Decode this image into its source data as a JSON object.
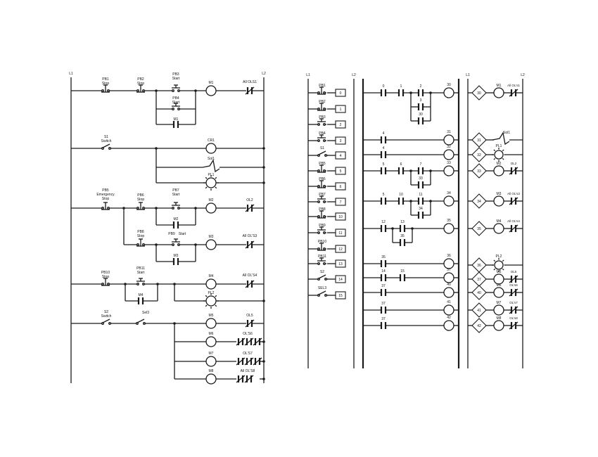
{
  "left_diagram": {
    "rails": [
      "L1",
      "L2"
    ],
    "rungs": [
      {
        "inputs": [
          {
            "name": "PB1",
            "desc": "Stop",
            "type": "NC"
          },
          {
            "name": "PB2",
            "desc": "Stop",
            "type": "NC"
          },
          {
            "name": "PB3",
            "desc": "Start",
            "type": "NO"
          }
        ],
        "branches": [
          {
            "name": "PB4",
            "desc": "Start",
            "type": "NO"
          },
          {
            "name": "M1",
            "desc": "",
            "type": "NO"
          }
        ],
        "output": {
          "name": "M1",
          "kind": "coil",
          "contact": "All OLS1"
        }
      },
      {
        "inputs": [
          {
            "name": "S1",
            "desc": "Switch",
            "type": "NO"
          }
        ],
        "outputs": [
          {
            "name": "CR1",
            "kind": "coil"
          },
          {
            "name": "Sol1",
            "kind": "solenoid"
          },
          {
            "name": "PL1",
            "kind": "lamp"
          }
        ]
      },
      {
        "inputs": [
          {
            "name": "PB5",
            "desc": "Emergency Stop",
            "type": "NC"
          },
          {
            "name": "PB6",
            "desc": "Stop",
            "type": "NC"
          },
          {
            "name": "PB7",
            "desc": "Start",
            "type": "NO"
          }
        ],
        "branches": [
          {
            "name": "M2",
            "desc": "",
            "type": "NO"
          }
        ],
        "output": {
          "name": "M2",
          "kind": "coil",
          "contact": "OL2"
        }
      },
      {
        "inputs": [
          {
            "name": "PB8",
            "desc": "Stop",
            "type": "NC"
          },
          {
            "name": "PB9",
            "desc": "Start",
            "type": "NO"
          }
        ],
        "branches": [
          {
            "name": "M3",
            "desc": "",
            "type": "NO"
          }
        ],
        "output": {
          "name": "M3",
          "kind": "coil",
          "contact": "All OL'S3"
        }
      },
      {
        "inputs": [
          {
            "name": "PB10",
            "desc": "Stop",
            "type": "NC"
          },
          {
            "name": "PB11",
            "desc": "Start",
            "type": "NO"
          }
        ],
        "branches": [
          {
            "name": "M4",
            "desc": "",
            "type": "NO"
          }
        ],
        "outputs": [
          {
            "name": "M4",
            "kind": "coil",
            "contact": "All OL'S4"
          },
          {
            "name": "PL2",
            "kind": "lamp"
          }
        ]
      },
      {
        "inputs": [
          {
            "name": "S2",
            "desc": "Switch",
            "type": "NO"
          },
          {
            "name": "Sel3",
            "desc": "",
            "type": "selector"
          }
        ],
        "outputs": [
          {
            "name": "M5",
            "kind": "coil",
            "contact": "OL5"
          },
          {
            "name": "M6",
            "kind": "coil",
            "contact": "OL'S6"
          },
          {
            "name": "M7",
            "kind": "coil",
            "contact": "OL'S7"
          },
          {
            "name": "M8",
            "kind": "coil",
            "contact": "All OL'S8"
          }
        ]
      }
    ]
  },
  "plc_inputs": {
    "rails": [
      "L1",
      "L2"
    ],
    "rows": [
      {
        "device": "PB1",
        "address": "0"
      },
      {
        "device": "PB2",
        "address": "1"
      },
      {
        "device": "PB3",
        "address": "2"
      },
      {
        "device": "PB4",
        "address": "3"
      },
      {
        "device": "S1",
        "address": "4"
      },
      {
        "device": "PB5",
        "address": "5"
      },
      {
        "device": "PB6",
        "address": "6"
      },
      {
        "device": "PB7",
        "address": "7"
      },
      {
        "device": "PB8",
        "address": "10"
      },
      {
        "device": "PB9",
        "address": "11"
      },
      {
        "device": "PB10",
        "address": "12"
      },
      {
        "device": "PB11",
        "address": "13"
      },
      {
        "device": "S2",
        "address": "14"
      },
      {
        "device": "SEL3",
        "address": "15"
      }
    ]
  },
  "plc_program": {
    "rungs": [
      {
        "contacts": [
          "0",
          "1",
          "2"
        ],
        "branches": [
          "3",
          "30"
        ],
        "coil": "30"
      },
      {
        "contacts": [
          "4"
        ],
        "coil": "31"
      },
      {
        "contacts": [
          "4"
        ],
        "coil": "32"
      },
      {
        "contacts": [
          "5",
          "6",
          "7"
        ],
        "branches": [
          "33"
        ],
        "coil": "33"
      },
      {
        "contacts": [
          "5",
          "10",
          "11"
        ],
        "branches": [
          "34"
        ],
        "coil": "34"
      },
      {
        "contacts": [
          "12",
          "13"
        ],
        "branches": [
          "35"
        ],
        "coil": "35"
      },
      {
        "contacts": [
          "35"
        ],
        "coil": "36"
      },
      {
        "contacts": [
          "14",
          "15"
        ],
        "coil": "37"
      },
      {
        "contacts": [
          "37"
        ],
        "coil": "40"
      },
      {
        "contacts": [
          "37"
        ],
        "coil": "41"
      },
      {
        "contacts": [
          "37"
        ],
        "coil": "42"
      }
    ]
  },
  "plc_outputs": {
    "rails": [
      "L1",
      "L2"
    ],
    "rows": [
      {
        "address": "30",
        "device": "M1",
        "kind": "coil",
        "contact": "All OL's1"
      },
      {
        "address": "31",
        "device": "Sol1",
        "kind": "solenoid"
      },
      {
        "address": "32",
        "device": "PL1",
        "kind": "lamp"
      },
      {
        "address": "33",
        "device": "M2",
        "kind": "coil",
        "contact": "OL2"
      },
      {
        "address": "34",
        "device": "M3",
        "kind": "coil",
        "contact": "All OL's3"
      },
      {
        "address": "35",
        "device": "M4",
        "kind": "coil",
        "contact": "All OL's4"
      },
      {
        "address": "36",
        "device": "PL2",
        "kind": "lamp"
      },
      {
        "address": "37",
        "device": "M5",
        "kind": "coil",
        "contact": "OL5"
      },
      {
        "address": "40",
        "device": "M6",
        "kind": "coil",
        "contact": "OL's6"
      },
      {
        "address": "41",
        "device": "M7",
        "kind": "coil",
        "contact": "OL's7"
      },
      {
        "address": "42",
        "device": "M8",
        "kind": "coil",
        "contact": "OL's8"
      }
    ]
  }
}
